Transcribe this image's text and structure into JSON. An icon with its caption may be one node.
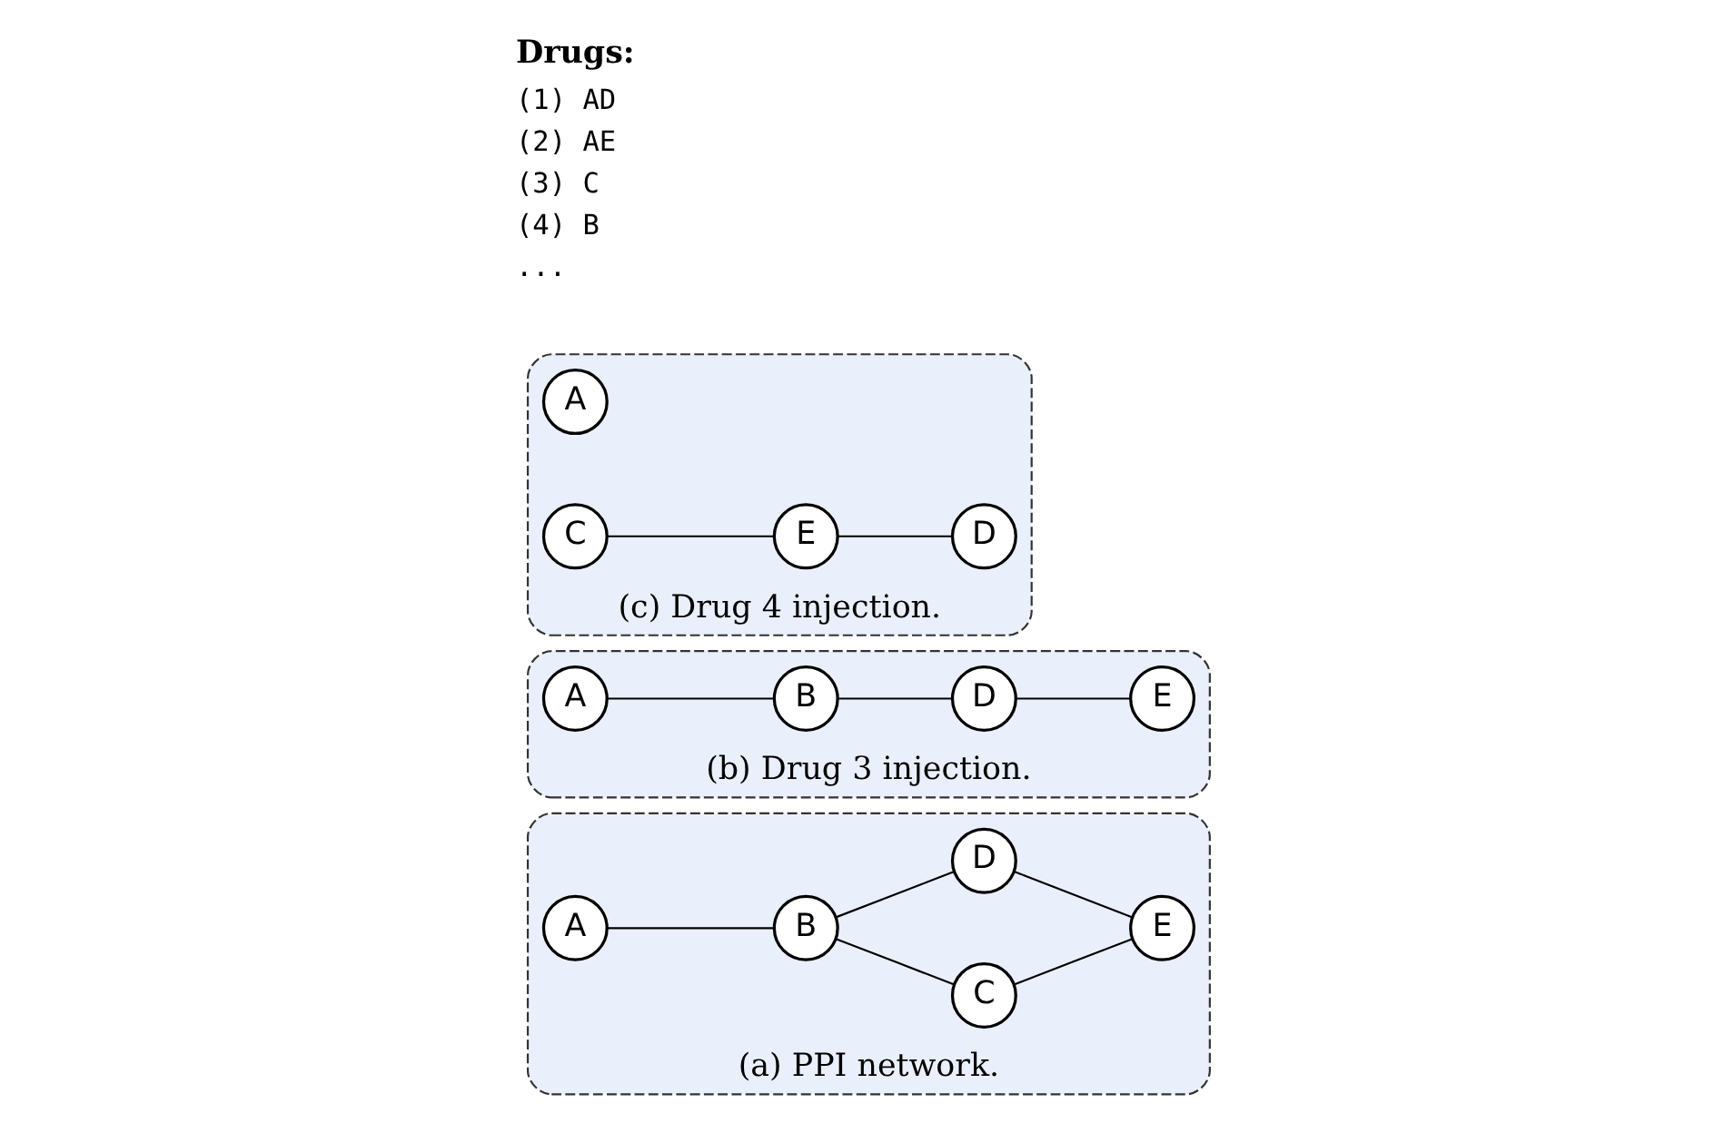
{
  "diagram": {
    "nodes": [
      {
        "text": [
          "(a) PPI network."
        ]
      },
      {
        "text": [
          "A"
        ],
        "in": 0
      },
      {
        "text": [
          "B"
        ],
        "in": 0
      },
      {
        "text": [
          "C"
        ],
        "in": 0
      },
      {
        "text": [
          "D"
        ],
        "in": 0
      },
      {
        "text": [
          "E"
        ],
        "in": 0
      },
      {
        "text": [
          "(b) Drug 3 injection."
        ]
      },
      {
        "text": [
          "A"
        ],
        "in": 6
      },
      {
        "text": [
          "B"
        ],
        "in": 6
      },
      {
        "text": [
          "D"
        ],
        "in": 6
      },
      {
        "text": [
          "E"
        ],
        "in": 6
      },
      {
        "text": [
          "(c) Drug 4 injection."
        ]
      },
      {
        "text": [
          "A"
        ],
        "in": 11
      },
      {
        "text": [
          "C"
        ],
        "in": 11
      },
      {
        "text": [
          "E"
        ],
        "in": 11
      },
      {
        "text": [
          "D"
        ],
        "in": 11
      }
    ],
    "edges": [
      {
        "from": 1,
        "to": 2,
        "arrow": "none"
      },
      {
        "from": 2,
        "to": 3,
        "arrow": "none"
      },
      {
        "from": 2,
        "to": 4,
        "arrow": "none"
      },
      {
        "from": 3,
        "to": 5,
        "arrow": "none"
      },
      {
        "from": 4,
        "to": 5,
        "arrow": "none"
      },
      {
        "from": 7,
        "to": 8,
        "arrow": "none"
      },
      {
        "from": 8,
        "to": 9,
        "arrow": "none"
      },
      {
        "from": 9,
        "to": 10,
        "arrow": "none"
      },
      {
        "from": 13,
        "to": 14,
        "arrow": "none"
      },
      {
        "from": 14,
        "to": 15,
        "arrow": "none"
      }
    ],
    "labels": [
      "Drugs:",
      "(1) AD",
      "(2) AE",
      "(3) C",
      "(4) B",
      "..."
    ]
  }
}
